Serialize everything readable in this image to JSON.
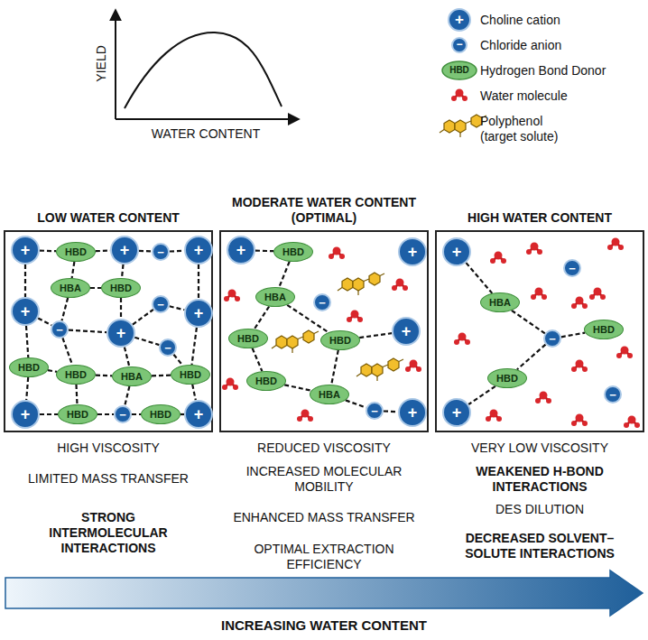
{
  "diagram": {
    "nodes": [
      {
        "text": [
          "LOW WATER CONTENT"
        ]
      },
      {
        "text": [
          "+"
        ],
        "in": 0
      },
      {
        "text": [
          "HBD"
        ],
        "in": 0
      },
      {
        "text": [
          "+"
        ],
        "in": 0
      },
      {
        "text": [
          "−"
        ],
        "in": 0
      },
      {
        "text": [
          "+"
        ],
        "in": 0
      },
      {
        "text": [
          "HBA"
        ],
        "in": 0
      },
      {
        "text": [
          "HBD"
        ],
        "in": 0
      },
      {
        "text": [
          "+"
        ],
        "in": 0
      },
      {
        "text": [
          "−"
        ],
        "in": 0
      },
      {
        "text": [
          "+"
        ],
        "in": 0
      },
      {
        "text": [
          "−"
        ],
        "in": 0
      },
      {
        "text": [
          "+"
        ],
        "in": 0
      },
      {
        "text": [
          "−"
        ],
        "in": 0
      },
      {
        "text": [
          "HBD"
        ],
        "in": 0
      },
      {
        "text": [
          "HBD"
        ],
        "in": 0
      },
      {
        "text": [
          "HBA"
        ],
        "in": 0
      },
      {
        "text": [
          "HBD"
        ],
        "in": 0
      },
      {
        "text": [
          "+"
        ],
        "in": 0
      },
      {
        "text": [
          "HBD"
        ],
        "in": 0
      },
      {
        "text": [
          "−"
        ],
        "in": 0
      },
      {
        "text": [
          "HBD"
        ],
        "in": 0
      },
      {
        "text": [
          "+"
        ],
        "in": 0
      },
      {
        "text": [
          "MODERATE WATER CONTENT (OPTIMAL)"
        ]
      },
      {
        "text": [
          "+"
        ],
        "in": 23
      },
      {
        "text": [
          "HBD"
        ],
        "in": 23
      },
      {
        "text": [
          "+"
        ],
        "in": 23
      },
      {
        "text": [
          "HBA"
        ],
        "in": 23
      },
      {
        "text": [
          "−"
        ],
        "in": 23
      },
      {
        "text": [
          "HBD"
        ],
        "in": 23
      },
      {
        "text": [
          "HBD"
        ],
        "in": 23
      },
      {
        "text": [
          "+"
        ],
        "in": 23
      },
      {
        "text": [
          "HBD"
        ],
        "in": 23
      },
      {
        "text": [
          "HBA"
        ],
        "in": 23
      },
      {
        "text": [
          "−"
        ],
        "in": 23
      },
      {
        "text": [
          "+"
        ],
        "in": 23
      },
      {
        "text": [
          "HIGH WATER CONTENT"
        ]
      },
      {
        "text": [
          "+"
        ],
        "in": 36
      },
      {
        "text": [
          "HBA"
        ],
        "in": 36
      },
      {
        "text": [
          "−"
        ],
        "in": 36
      },
      {
        "text": [
          "−"
        ],
        "in": 36
      },
      {
        "text": [
          "HBD"
        ],
        "in": 36
      },
      {
        "text": [
          "HBD"
        ],
        "in": 36
      },
      {
        "text": [
          "+"
        ],
        "in": 36
      },
      {
        "text": [
          "−"
        ],
        "in": 36
      }
    ],
    "edges": [
      {
        "from": 1,
        "to": 2,
        "arrow": "none"
      },
      {
        "from": 2,
        "to": 3,
        "arrow": "none"
      },
      {
        "from": 3,
        "to": 4,
        "arrow": "none"
      },
      {
        "from": 4,
        "to": 5,
        "arrow": "none"
      },
      {
        "from": 2,
        "to": 6,
        "arrow": "none"
      },
      {
        "from": 3,
        "to": 7,
        "arrow": "none"
      },
      {
        "from": 6,
        "to": 7,
        "arrow": "none"
      },
      {
        "from": 1,
        "to": 8,
        "arrow": "none"
      },
      {
        "from": 5,
        "to": 10,
        "arrow": "none"
      },
      {
        "from": 6,
        "to": 11,
        "arrow": "none"
      },
      {
        "from": 7,
        "to": 12,
        "arrow": "none"
      },
      {
        "from": 8,
        "to": 11,
        "arrow": "none"
      },
      {
        "from": 11,
        "to": 12,
        "arrow": "none"
      },
      {
        "from": 12,
        "to": 9,
        "arrow": "none"
      },
      {
        "from": 9,
        "to": 10,
        "arrow": "none"
      },
      {
        "from": 12,
        "to": 13,
        "arrow": "none"
      },
      {
        "from": 12,
        "to": 16,
        "arrow": "none"
      },
      {
        "from": 13,
        "to": 17,
        "arrow": "none"
      },
      {
        "from": 10,
        "to": 17,
        "arrow": "none"
      },
      {
        "from": 8,
        "to": 14,
        "arrow": "none"
      },
      {
        "from": 14,
        "to": 15,
        "arrow": "none"
      },
      {
        "from": 15,
        "to": 16,
        "arrow": "none"
      },
      {
        "from": 16,
        "to": 17,
        "arrow": "none"
      },
      {
        "from": 11,
        "to": 15,
        "arrow": "none"
      },
      {
        "from": 14,
        "to": 18,
        "arrow": "none"
      },
      {
        "from": 15,
        "to": 19,
        "arrow": "none"
      },
      {
        "from": 16,
        "to": 20,
        "arrow": "none"
      },
      {
        "from": 17,
        "to": 22,
        "arrow": "none"
      },
      {
        "from": 18,
        "to": 19,
        "arrow": "none"
      },
      {
        "from": 19,
        "to": 20,
        "arrow": "none"
      },
      {
        "from": 20,
        "to": 21,
        "arrow": "none"
      },
      {
        "from": 21,
        "to": 22,
        "arrow": "none"
      },
      {
        "from": 24,
        "to": 25,
        "arrow": "none"
      },
      {
        "from": 25,
        "to": 27,
        "arrow": "none"
      },
      {
        "from": 27,
        "to": 29,
        "arrow": "none"
      },
      {
        "from": 27,
        "to": 30,
        "arrow": "none"
      },
      {
        "from": 29,
        "to": 32,
        "arrow": "none"
      },
      {
        "from": 32,
        "to": 33,
        "arrow": "none"
      },
      {
        "from": 30,
        "to": 33,
        "arrow": "none"
      },
      {
        "from": 30,
        "to": 31,
        "arrow": "none"
      },
      {
        "from": 33,
        "to": 34,
        "arrow": "none"
      },
      {
        "from": 34,
        "to": 35,
        "arrow": "none"
      },
      {
        "from": 37,
        "to": 38,
        "arrow": "none"
      },
      {
        "from": 38,
        "to": 40,
        "arrow": "none"
      },
      {
        "from": 40,
        "to": 41,
        "arrow": "none"
      },
      {
        "from": 40,
        "to": 42,
        "arrow": "none"
      },
      {
        "from": 42,
        "to": 43,
        "arrow": "none"
      }
    ],
    "labels": [
      "YIELD",
      "WATER CONTENT",
      "+",
      "−",
      "HBD",
      "HIGH VISCOSITY",
      "LIMITED MASS TRANSFER",
      "STRONG INTERMOLECULAR INTERACTIONS",
      "REDUCED VISCOSITY",
      "INCREASED MOLECULAR MOBILITY",
      "ENHANCED MASS TRANSFER",
      "OPTIMAL EXTRACTION EFFICIENCY",
      "VERY LOW VISCOSITY",
      "WEAKENED H-BOND INTERACTIONS",
      "DES DILUTION",
      "DECREASED SOLVENT–SOLUTE INTERACTIONS",
      "INCREASING WATER CONTENT"
    ],
    "legend": [
      {
        "text": "Choline cation"
      },
      {
        "text": "Chloride anion"
      },
      {
        "text": "Hydrogen Bond Donor"
      },
      {
        "text": "Water molecule"
      },
      {
        "text": "Polyphenol (target solute)"
      }
    ]
  }
}
